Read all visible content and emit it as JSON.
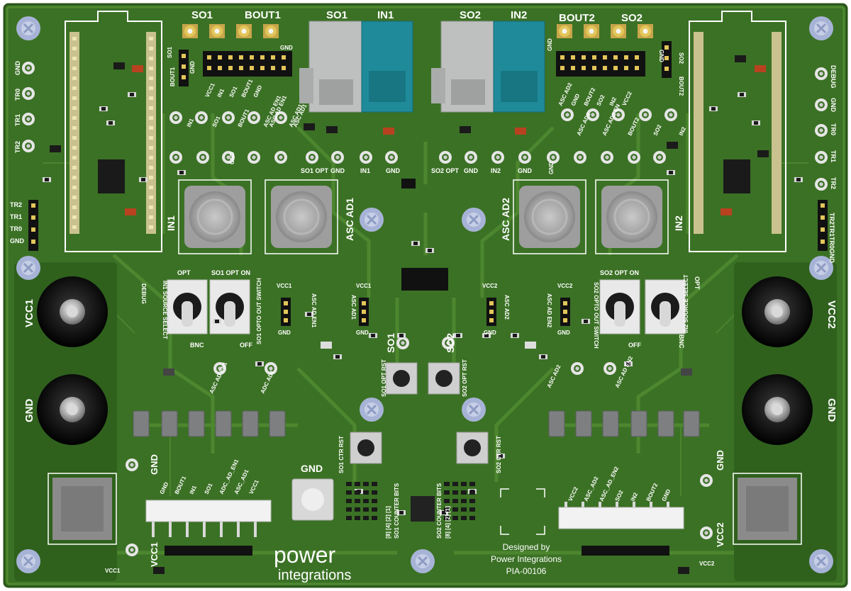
{
  "colors": {
    "board": "#3a6f24",
    "board_dark": "#2c5a1b",
    "copper_trace": "#4f8a31",
    "silkscreen": "#ffffff",
    "pad_gold": "#d7b545",
    "teal_connector": "#1f8a9a",
    "grey_connector": "#b9bcbc",
    "knob_black": "#111111"
  },
  "top_labels": {
    "so1_a": "SO1",
    "bout1": "BOUT1",
    "so1_b": "SO1",
    "in1": "IN1",
    "so2_a": "SO2",
    "in2": "IN2",
    "bout2": "BOUT2",
    "so2_b": "SO2"
  },
  "left_header": {
    "title_a": "SO1",
    "title_b": "BOUT1",
    "gnd": "GND"
  },
  "right_header": {
    "title_a": "SO2",
    "title_b": "BOUT2",
    "gnd": "GND"
  },
  "left_pins_top": [
    "VCC1",
    "IN1",
    "SO1",
    "BOUT1",
    "GND"
  ],
  "left_pins_top_right": [
    "ASC AD EN1",
    "ASC AD1"
  ],
  "right_pins_top": [
    "ASC AD2",
    "GND",
    "BOUT2",
    "SO2",
    "IN2",
    "VCC2"
  ],
  "left_side_testpoints": [
    "GND",
    "TR0",
    "TR1",
    "TR2"
  ],
  "right_side_testpoints": [
    "DEBUG",
    "GND",
    "TR0",
    "TR1",
    "TR2"
  ],
  "left_row_testpoints": [
    "IN1",
    "SO1",
    "BOUT1",
    "ASC AD EN1",
    "ASC AD1"
  ],
  "right_row_testpoints": [
    "ASC AD2",
    "ASC AD2 EN",
    "BOUT2",
    "SO2",
    "IN2"
  ],
  "left_mid_tp": {
    "gnd": "GND"
  },
  "right_mid_tp": {
    "gnd": "GND"
  },
  "tp_labels_center": [
    "SO1 OPT",
    "GND",
    "IN1",
    "GND",
    "SO2 OPT",
    "GND",
    "IN2",
    "GND"
  ],
  "left_tr_header": [
    "TR2",
    "TR1",
    "TR0",
    "GND"
  ],
  "right_tr_header": [
    "TR2",
    "TR1",
    "TR0",
    "GND"
  ],
  "inductor_labels": {
    "in1": "IN1",
    "asc_ad1": "ASC AD1",
    "asc_ad2": "ASC AD2",
    "in2": "IN2"
  },
  "power_labels": {
    "vcc1": "VCC1",
    "gnd_left": "GND",
    "vcc2": "VCC2",
    "gnd_right": "GND"
  },
  "switch_left": {
    "opt": "OPT",
    "source_select": "IN1 SOURCE SELECT",
    "debug": "DEBUG",
    "bnc": "BNC",
    "opt_on": "SO1 OPT ON",
    "opto_out_switch": "SO1 OPTO OUT SWITCH",
    "off": "OFF"
  },
  "switch_right": {
    "opt": "OPT",
    "source_select": "IN2 SOURCE SELECT",
    "bnc": "BNC",
    "opt_on": "SO2 OPT ON",
    "opto_out_switch": "SO2 OPTO OUT SWITCH",
    "off": "OFF"
  },
  "jumpers_left": {
    "vcc1_a": "VCC1",
    "asc_ad_en1": "ASC AD EN1",
    "gnd_a": "GND",
    "vcc1_b": "VCC1",
    "asc_ad1": "ASC AD1",
    "gnd_b": "GND"
  },
  "jumpers_right": {
    "vcc2_a": "VCC2",
    "asc_ad2": "ASC AD2",
    "gnd_a": "GND",
    "vcc2_b": "VCC2",
    "asc_ad_en2": "ASC AD EN2",
    "gnd_b": "GND"
  },
  "center_labels": {
    "so1": "SO1",
    "so2": "SO2",
    "so1_opt_rst": "SO1 OPT RST",
    "so2_opt_rst": "SO2 OPT RST",
    "so1_ctr_rst": "SO1 CTR RST",
    "so2_ctr_rst": "SO2 CTR RST",
    "so1_counter": "SO1 COUNTER BITS",
    "so2_counter": "SO2 COUNTER BITS",
    "bits_left": "[8] [4] [2] [1]",
    "bits_right": "[8] [4] [2] [1]"
  },
  "lower_tp_left": [
    "ASC AD EN1",
    "ADC AD1"
  ],
  "lower_tp_right": [
    "ASC AD2",
    "ASC AD EN2"
  ],
  "bottom_left_header": [
    "GND",
    "BOUT1",
    "IN1",
    "SO1",
    "ADC_AD_EN1",
    "ASC_AD1",
    "VCC1"
  ],
  "bottom_right_header": [
    "VCC2",
    "ASC_AD2",
    "ASC_AD_EN2",
    "SO2",
    "IN2",
    "BOUT2",
    "GND"
  ],
  "gnd_post": "GND",
  "corner_labels": {
    "gnd_l": "GND",
    "vcc1_l": "VCC1",
    "gnd_r": "GND",
    "vcc2_r": "VCC2",
    "vcc1_small": "VCC1",
    "vcc2_small": "VCC2"
  },
  "logo": {
    "line1": "power",
    "line2": "integrations"
  },
  "credit": {
    "line1": "Designed by",
    "line2": "Power Integrations",
    "line3": "PIA-00106"
  }
}
